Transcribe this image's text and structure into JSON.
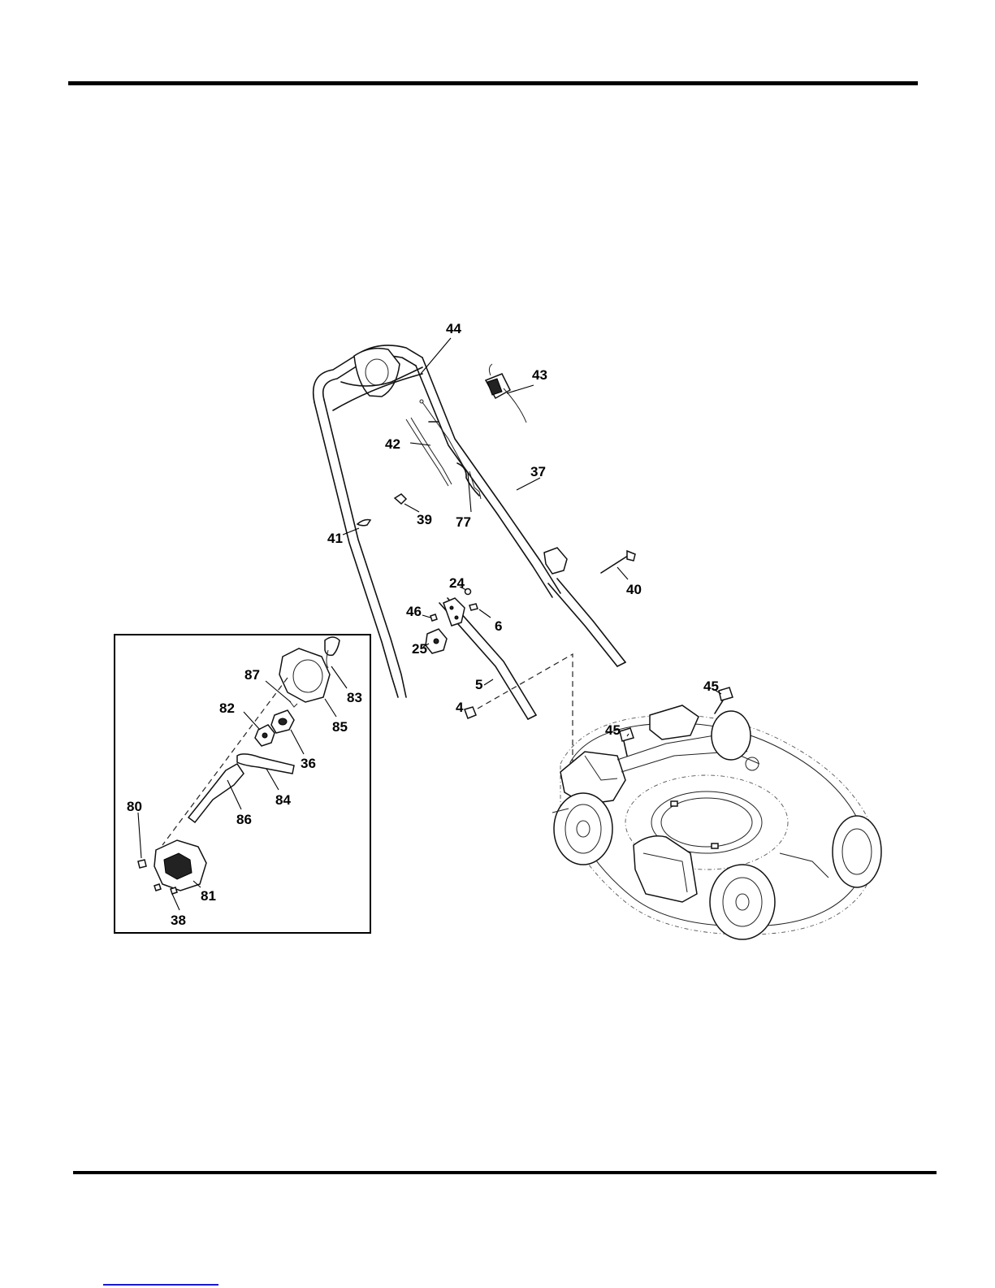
{
  "diagram": {
    "callouts": {
      "p44": "44",
      "p43": "43",
      "p42": "42",
      "p77": "77",
      "p37": "37",
      "p39": "39",
      "p41": "41",
      "p40": "40",
      "p24": "24",
      "p46": "46",
      "p6": "6",
      "p25": "25",
      "p5": "5",
      "p4": "4",
      "p45a": "45",
      "p45b": "45"
    },
    "inset_callouts": {
      "p83": "83",
      "p87": "87",
      "p85": "85",
      "p82": "82",
      "p36": "36",
      "p84": "84",
      "p86": "86",
      "p80": "80",
      "p81": "81",
      "p38": "38"
    }
  }
}
